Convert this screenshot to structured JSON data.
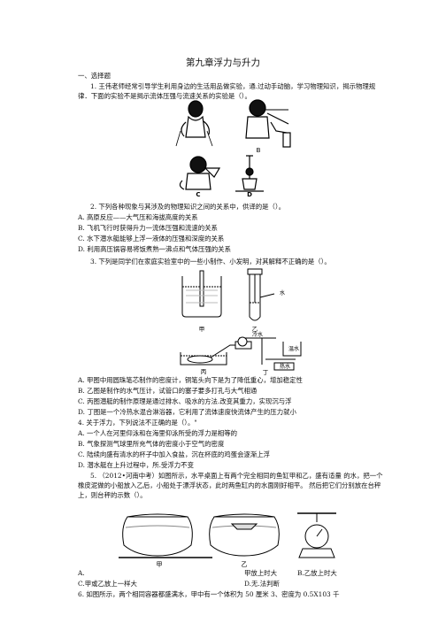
{
  "title": "第九章浮力与升力",
  "section": "一、选择题",
  "q1": {
    "text": "1.   王伟老师经常引导学生利用身边的生活用品做实验，通.过动手动脑，学习物理知识，揭示物理规律．下面的实验不是揭示流体压强与流速关系的实验是（）。",
    "fig_labels": [
      "B",
      "C",
      "D"
    ]
  },
  "q2": {
    "stem": "2.   下列各种现象与其涉及的物理知识之间的关系中，供译的是（）。",
    "options": [
      "A.   高原反应——大气压和海拔高度的关系",
      "B.  飞机飞行时获得升力一流体压强和流速的关系",
      "C.  水下潜水艇能够上浮一液体的压强和深度的关系",
      "D.  利用高压锅容易将饭煮熟一沸点和气体压强的关系"
    ]
  },
  "q3": {
    "stem": "3.   下列是同学们在家庭实验室中的一些小制作、小发明，对其解释不正确的是（）。",
    "fig_labels": [
      "甲",
      "乙",
      "丙",
      "丁",
      "水",
      "冷水",
      "温水",
      "热水"
    ],
    "options": [
      "A.   甲图中用圆珠笔芯制作的密度计，铜笔头向下是为了降低重心，增加稳定性",
      "B.   乙图是制作的水气压计，试管口的塞子要多打孔与大气相通",
      "C.  丙图潜艇的制作原理是通过排水、吸水的方法.改变其重力，实现沉与浮",
      "D.  丁图是一个冷热水混合淋浴器，它利用了流体速度快流体产生的压力就小"
    ]
  },
  "q4": {
    "stem": "4.   关于浮力，下列说法不正确的是（）。\"",
    "options": [
      "A.   一个人在河里仰泳和在海里仰泳所受的浮力是相等的",
      "B.  气象探测气球里所充气体的密度小于空气的密度",
      "C.  陆续向盛有清水的杯子中加入食盐，沉在杯底的鸡蛋会逐渐上浮",
      "D.  潜水艇在上升过程中，所.受浮力不变"
    ]
  },
  "q5": {
    "text": "5.   （2012•河南中考）如图所示，水平桌面上有两个完全相同的鱼缸甲和乙，盛有适量 的水，把一个橡皮泥做的小船放入乙后，小船处于漂浮状态，此时两鱼缸内的水面刚好相平。 然后把它们分别放在台秤上，则台秤的示数（）。",
    "fig_labels": [
      "甲",
      "乙"
    ],
    "option_a": "A.",
    "option_a2": "甲放上时大",
    "option_b": "B.乙放上时大",
    "option_c": "C.甲或乙放上一样大",
    "option_d": "D.无.法判断"
  },
  "q6": {
    "text": "6.   如图所示，两个相同容器都盛满水，甲中有一个体积为 50 厘米 3、密度为 0.5X103  千"
  }
}
